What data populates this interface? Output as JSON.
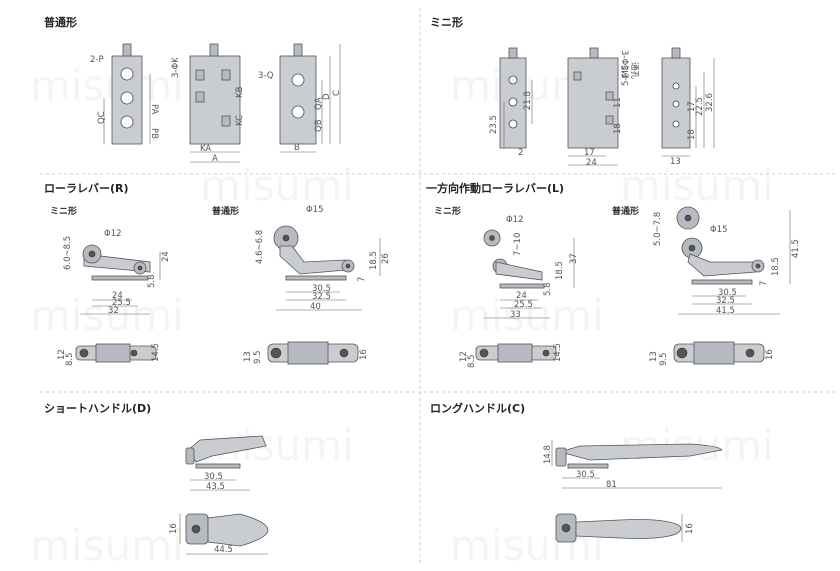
{
  "sections": {
    "standard": "普通形",
    "mini": "ミニ形",
    "roller_r": "ローラレバー(R)",
    "roller_l": "一方向作動ローラレバー(L)",
    "short_handle": "ショートハンドル(D)",
    "long_handle": "ロングハンドル(C)"
  },
  "sub_labels": {
    "mini": "ミニ形",
    "standard": "普通形"
  },
  "watermark": "misumi",
  "standard_dims": [
    "2-P",
    "QC",
    "PA",
    "PB",
    "3-ΦK",
    "KB",
    "KC",
    "KA",
    "A",
    "3-Q",
    "QA",
    "D",
    "C",
    "QB",
    "B"
  ],
  "mini_dims": [
    "23.5",
    "21.8",
    "2",
    "3-Φ3.3",
    "通孔",
    "11",
    "18",
    "17",
    "24",
    "5-M5",
    "17",
    "22.5",
    "32.6",
    "18",
    "13"
  ],
  "roller_r_mini_dims": [
    "Φ12",
    "6.0~8.5",
    "24",
    "5.8",
    "24",
    "25.5",
    "32",
    "12",
    "8.5",
    "14.5"
  ],
  "roller_r_std_dims": [
    "Φ15",
    "4.6~6.8",
    "26",
    "18.5",
    "7",
    "30.5",
    "32.5",
    "40",
    "13",
    "9.5",
    "16"
  ],
  "roller_l_mini_dims": [
    "Φ12",
    "7~10",
    "37",
    "18.5",
    "5.8",
    "24",
    "25.5",
    "33",
    "12",
    "8.5",
    "14.5"
  ],
  "roller_l_std_dims": [
    "Φ15",
    "5.0~7.8",
    "41.5",
    "18.5",
    "7",
    "30.5",
    "32.5",
    "41.5",
    "13",
    "9.5",
    "16"
  ],
  "short_handle_dims": [
    "30.5",
    "43.5",
    "16",
    "44.5"
  ],
  "long_handle_dims": [
    "14.8",
    "30.5",
    "81",
    "16"
  ]
}
